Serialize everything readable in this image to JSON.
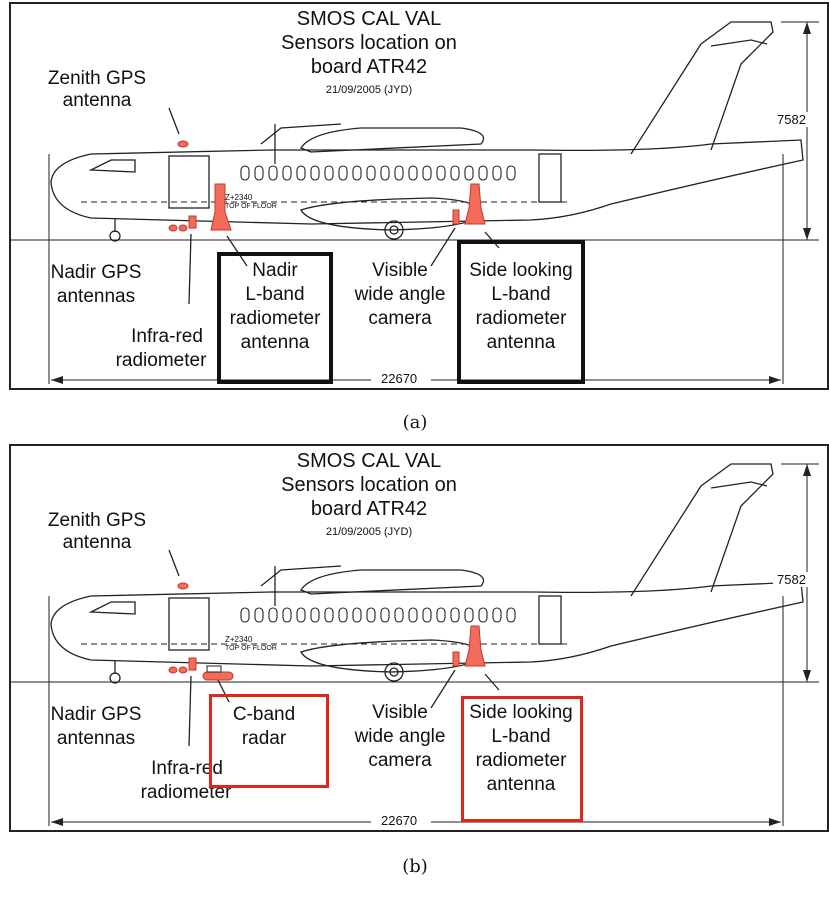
{
  "figure": {
    "panels": [
      {
        "id": "a",
        "caption": "(a)",
        "title_lines": [
          "SMOS CAL VAL",
          "Sensors location on",
          "board ATR42"
        ],
        "date": "21/09/2005 (JYD)",
        "labels": {
          "zenith_gps": [
            "Zenith GPS",
            "antenna"
          ],
          "nadir_gps": [
            "Nadir GPS",
            "antennas"
          ],
          "infra_red": [
            "Infra-red",
            "radiometer"
          ],
          "nadir_lband": [
            "Nadir",
            "L-band",
            "radiometer",
            "antenna"
          ],
          "visible_camera": [
            "Visible",
            "wide angle",
            "camera"
          ],
          "side_lband": [
            "Side looking",
            "L-band",
            "radiometer",
            "antenna"
          ]
        },
        "height_dim": "7582",
        "length_dim": "22670",
        "floor_note": [
          "Z+2340",
          "TOP OF FLOOR"
        ]
      },
      {
        "id": "b",
        "caption": "(b)",
        "title_lines": [
          "SMOS CAL VAL",
          "Sensors location on",
          "board ATR42"
        ],
        "date": "21/09/2005 (JYD)",
        "labels": {
          "zenith_gps": [
            "Zenith GPS",
            "antenna"
          ],
          "nadir_gps": [
            "Nadir GPS",
            "antennas"
          ],
          "infra_red": [
            "Infra-red",
            "radiometer"
          ],
          "cband_radar": [
            "C-band",
            "radar"
          ],
          "visible_camera": [
            "Visible",
            "wide angle",
            "camera"
          ],
          "side_lband": [
            "Side looking",
            "L-band",
            "radiometer",
            "antenna"
          ]
        },
        "height_dim": "7582",
        "length_dim": "22670",
        "floor_note": [
          "Z+2340",
          "TOP OF FLOOR"
        ]
      }
    ],
    "colors": {
      "sensor_red": "#f26b5b",
      "highlight_red": "#e0251b",
      "outline": "#222222"
    }
  }
}
